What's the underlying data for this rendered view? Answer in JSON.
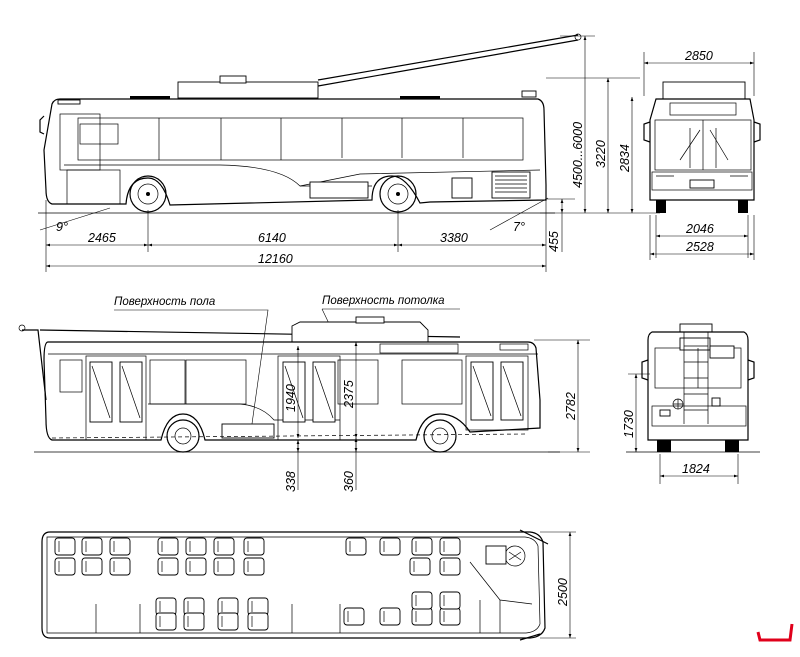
{
  "labels": {
    "floor_surface": "Поверхность пола",
    "ceiling_surface": "Поверхность потолка"
  },
  "side_view": {
    "overall_length": "12160",
    "front_overhang": "2465",
    "wheelbase": "6140",
    "rear_overhang": "3380",
    "approach_angle": "9°",
    "departure_angle": "7°",
    "ground_clearance": "455",
    "roof_height": "3220",
    "pole_height": "4500...6000"
  },
  "front_view": {
    "overall_width": "2850",
    "body_height": "2834",
    "front_track": "2046",
    "mirror_width": "2528"
  },
  "interior_view": {
    "floor_height": "338",
    "floor_height_rear": "360",
    "door_height": "1940",
    "interior_height": "2375",
    "overall_height": "2782"
  },
  "rear_view": {
    "rear_track": "1824",
    "rear_height": "1730"
  },
  "plan_view": {
    "width": "2500"
  },
  "colors": {
    "line": "#000000",
    "background": "#ffffff",
    "corner_mark": "#e0001b"
  }
}
